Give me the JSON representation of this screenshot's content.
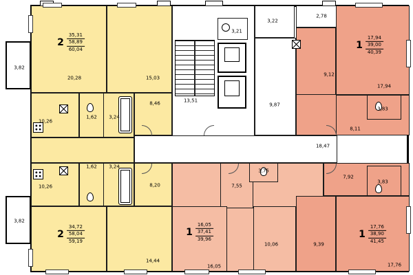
{
  "colors": {
    "apartment_yellow": "#fce9a2",
    "apartment_salmon": "#efa289",
    "apartment_salmon_light": "#f5bda4",
    "wall": "#000000",
    "background": "#ffffff"
  },
  "apartments": [
    {
      "name": "top-left",
      "rooms": "2",
      "areas": [
        "35,31",
        "58,89",
        "60,04"
      ]
    },
    {
      "name": "bottom-left",
      "rooms": "2",
      "areas": [
        "34,72",
        "58,04",
        "59,19"
      ]
    },
    {
      "name": "top-right",
      "rooms": "1",
      "areas": [
        "17,94",
        "39,00",
        "40,39"
      ]
    },
    {
      "name": "bottom-middle",
      "rooms": "1",
      "areas": [
        "16,05",
        "37,41",
        "39,96"
      ]
    },
    {
      "name": "bottom-right",
      "rooms": "1",
      "areas": [
        "17,76",
        "38,90",
        "41,45"
      ]
    }
  ],
  "labels": {
    "balcony_top_left": "3,82",
    "bedroom_top_left": "20,28",
    "room_top_mid": "15,03",
    "hall_top_left": "8,46",
    "kitchen_top_left": "10,26",
    "wc_top_left": "1,62",
    "bath_top_left": "3,24",
    "elevator_hall": "13,51",
    "chute_room": "3,21",
    "lobby_a": "3,22",
    "lobby_b": "2,78",
    "lobby_c": "9,87",
    "kitchen_top_right": "9,12",
    "living_top_right": "17,94",
    "bath_top_right": "3,83",
    "hall_top_right": "8,11",
    "corridor": "18,47",
    "kitchen_bottom_left": "10,26",
    "wc_bottom_left": "1,62",
    "bath_bottom_left": "3,24",
    "hall_bottom_left": "8,20",
    "balcony_bottom_left": "3,82",
    "room_bottom_left": "14,44",
    "hall_bottom_mid": "7,55",
    "bath_bottom_mid": "3,75",
    "hall_bottom_right": "7,92",
    "bath_bottom_right": "3,83",
    "living_bottom_mid": "16,05",
    "kitchen_bottom_mid": "10,06",
    "kitchen_bottom_right": "9,39",
    "living_bottom_right": "17,76"
  }
}
